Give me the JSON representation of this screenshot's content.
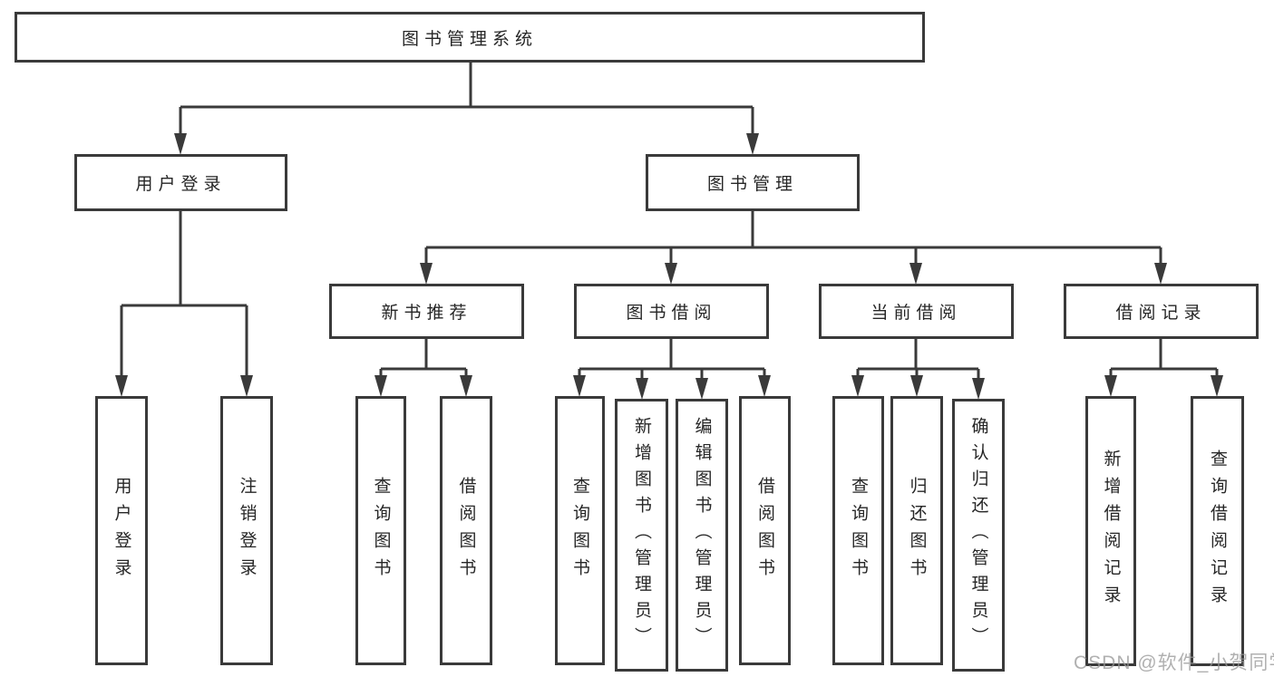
{
  "diagram": {
    "title_node": {
      "label": "图书管理系统"
    },
    "level2": [
      {
        "label": "用户登录"
      },
      {
        "label": "图书管理"
      }
    ],
    "level3": [
      {
        "label": "新书推荐"
      },
      {
        "label": "图书借阅"
      },
      {
        "label": "当前借阅"
      },
      {
        "label": "借阅记录"
      }
    ],
    "leaves": {
      "login": [
        {
          "label": "用户登录"
        },
        {
          "label": "注销登录"
        }
      ],
      "newbook": [
        {
          "label": "查询图书"
        },
        {
          "label": "借阅图书"
        }
      ],
      "borrow": [
        {
          "label": "查询图书"
        },
        {
          "label": "新增图书（管理员）"
        },
        {
          "label": "编辑图书（管理员）"
        },
        {
          "label": "借阅图书"
        }
      ],
      "current": [
        {
          "label": "查询图书"
        },
        {
          "label": "归还图书"
        },
        {
          "label": "确认归还（管理员）"
        }
      ],
      "records": [
        {
          "label": "新增借阅记录"
        },
        {
          "label": "查询借阅记录"
        }
      ]
    },
    "colors": {
      "line": "#3a3a3a",
      "text": "#262626",
      "box_fill": "#ffffff",
      "watermark": "#969696"
    }
  },
  "watermark": {
    "text": "CSDN @软件_小贺同学"
  }
}
